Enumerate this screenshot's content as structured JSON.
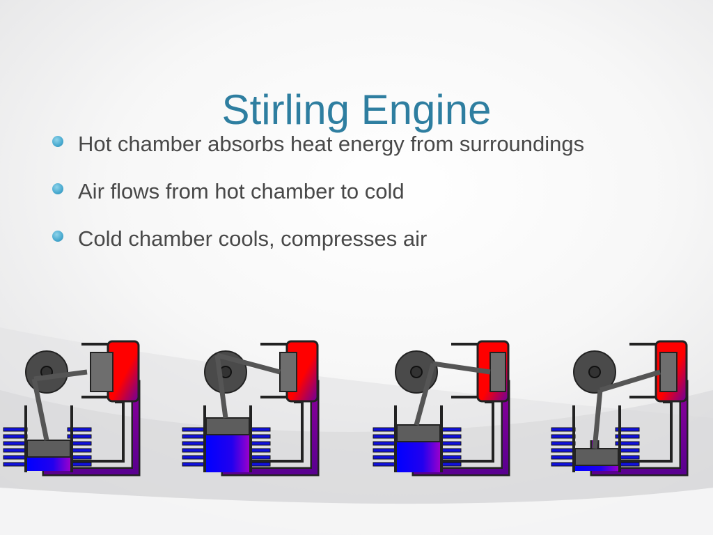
{
  "slide": {
    "title": "Stirling Engine",
    "bullets": [
      "Hot chamber absorbs heat energy from surroundings",
      "Air flows from hot chamber to cold",
      "Cold chamber cools, compresses air"
    ]
  },
  "colors": {
    "title": "#2e7ea0",
    "bullet": "#3fa7d0",
    "hot": "#ff0000",
    "cold": "#0000ff",
    "pipe": "#7a0088"
  },
  "diagram": {
    "frame_count": 4
  }
}
